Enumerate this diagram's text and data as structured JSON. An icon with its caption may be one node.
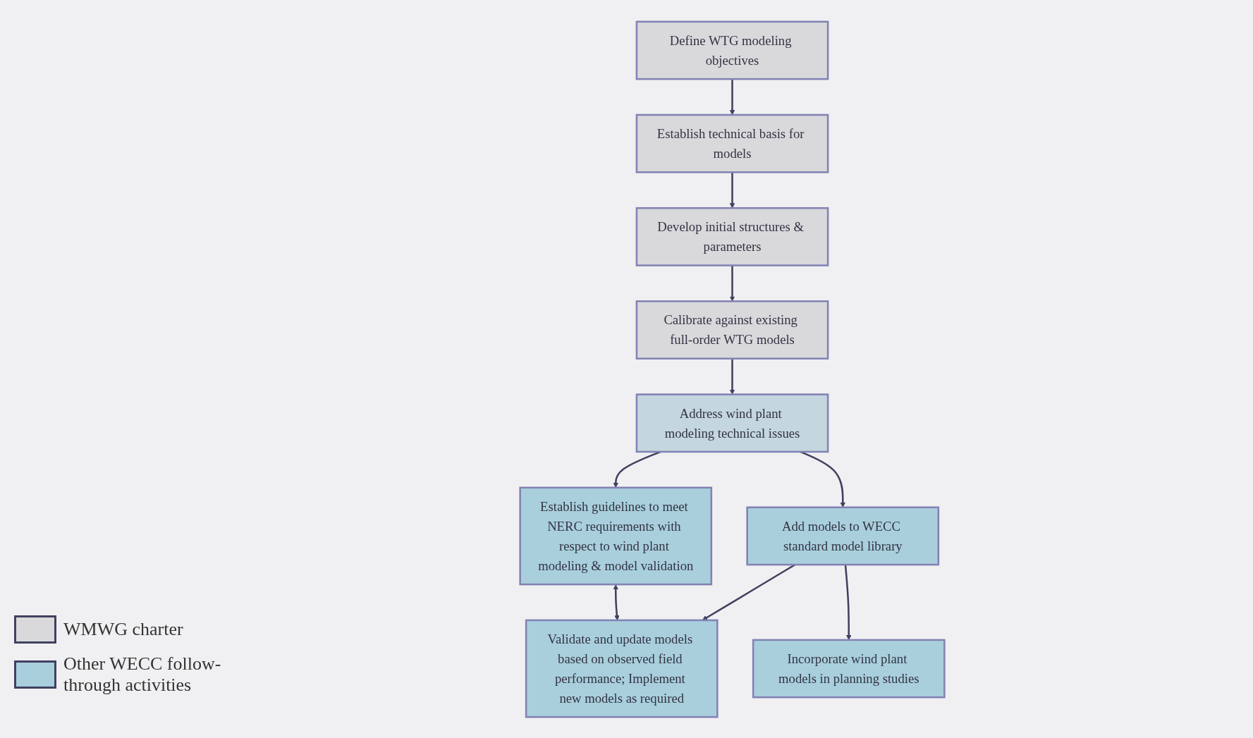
{
  "diagram": {
    "nodes": [
      {
        "text": [
          "Define WTG modeling objectives"
        ]
      },
      {
        "text": [
          "Establish technical basis for models"
        ]
      },
      {
        "text": [
          "Develop initial structures & parameters"
        ]
      },
      {
        "text": [
          "Calibrate against existing full-order WTG models"
        ]
      },
      {
        "text": [
          "Address wind plant modeling technical issues"
        ]
      },
      {
        "text": [
          "Establish guidelines to meet NERC requirements with respect to wind plant modeling & model validation"
        ]
      },
      {
        "text": [
          "Add models to WECC standard model library"
        ]
      },
      {
        "text": [
          "Validate and update models based on observed field performance; Implement new models as required"
        ]
      },
      {
        "text": [
          "Incorporate wind plant models in planning studies"
        ]
      }
    ],
    "edges": [
      {
        "from": 0,
        "to": 1,
        "arrow": "to"
      },
      {
        "from": 1,
        "to": 2,
        "arrow": "to"
      },
      {
        "from": 2,
        "to": 3,
        "arrow": "to"
      },
      {
        "from": 3,
        "to": 4,
        "arrow": "to"
      },
      {
        "from": 4,
        "to": 5,
        "arrow": "to"
      },
      {
        "from": 4,
        "to": 6,
        "arrow": "to"
      },
      {
        "from": 5,
        "to": 7,
        "arrow": "both"
      },
      {
        "from": 6,
        "to": 7,
        "arrow": "to"
      },
      {
        "from": 6,
        "to": 8,
        "arrow": "to"
      }
    ],
    "legend": [
      {
        "text": "WMWG charter",
        "color": "#d9d9dc"
      },
      {
        "text": "Other WECC follow-through activities",
        "color": "#a9cfdc"
      }
    ]
  }
}
